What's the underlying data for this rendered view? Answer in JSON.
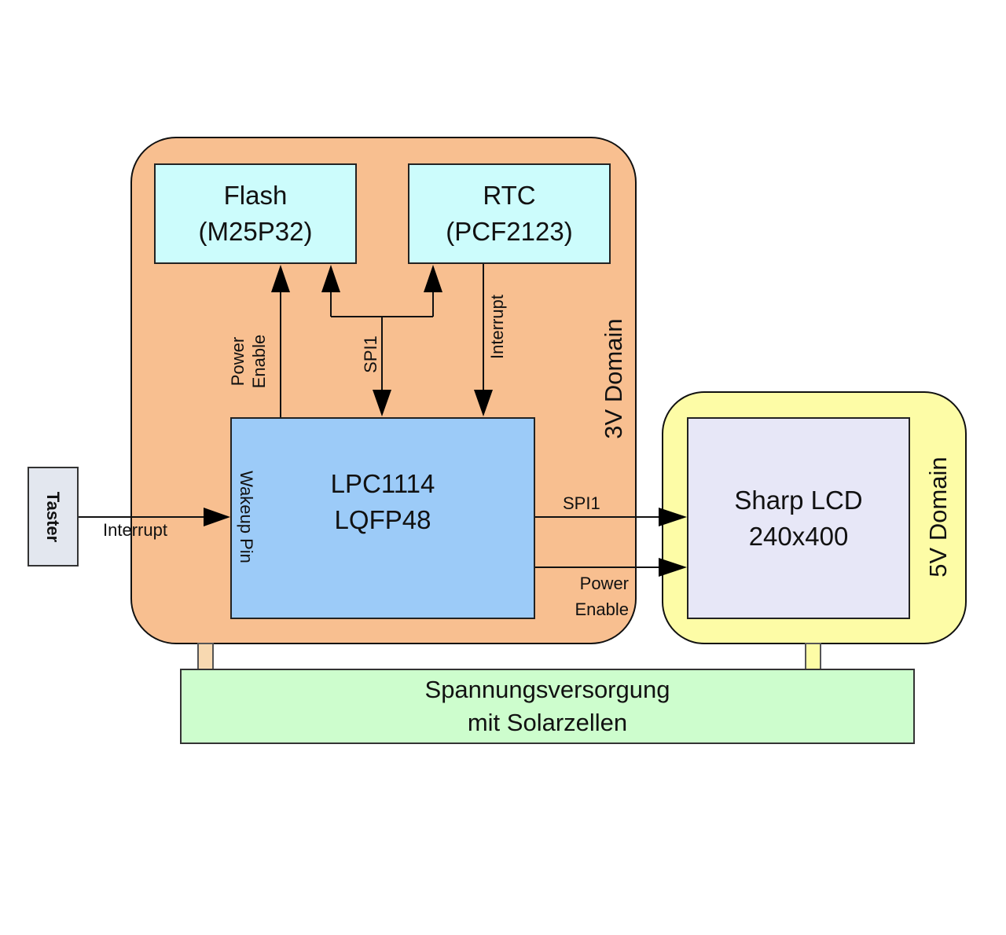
{
  "domains": {
    "v3_label": "3V Domain",
    "v5_label": "5V Domain"
  },
  "blocks": {
    "flash": {
      "line1": "Flash",
      "line2": "(M25P32)"
    },
    "rtc": {
      "line1": "RTC",
      "line2": "(PCF2123)"
    },
    "mcu": {
      "line1": "LPC1114",
      "line2": "LQFP48",
      "pin_label": "Wakeup Pin"
    },
    "lcd": {
      "line1": "Sharp LCD",
      "line2": "240x400"
    },
    "power_supply": {
      "line1": "Spannungsversorgung",
      "line2": "mit Solarzellen"
    },
    "taster": {
      "label": "Taster"
    }
  },
  "connections": {
    "flash_power": {
      "line1": "Power",
      "line2": "Enable"
    },
    "spi_bus_flash_rtc": "SPI1",
    "rtc_interrupt": "Interrupt",
    "taster_interrupt": "Interrupt",
    "lcd_spi": "SPI1",
    "lcd_power": {
      "line1": "Power",
      "line2": "Enable"
    }
  },
  "colors": {
    "domain_3v": "#f8bf90",
    "domain_5v": "#fdfca6",
    "memory_blocks": "#ccfcfc",
    "mcu": "#9ccbf8",
    "lcd": "#e7e7f7",
    "power_supply": "#cdfdcd"
  }
}
